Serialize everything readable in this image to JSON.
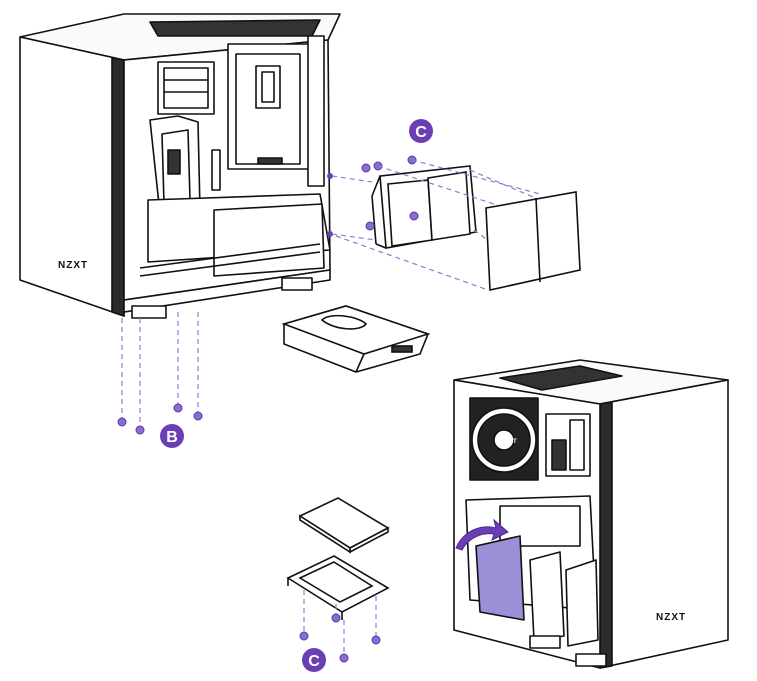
{
  "labels": {
    "callout_c_top": "C",
    "callout_b": "B",
    "callout_c_bottom": "C"
  },
  "brand": {
    "logo_case_left": "NZXT",
    "logo_case_right": "NZXT",
    "logo_fan": "NZXT"
  },
  "colors": {
    "accent": "#6a3fb5",
    "screw": "#8a6bd1",
    "leader": "#8f7ad6",
    "outline": "#111111",
    "highlight": "#9b8fd8"
  }
}
